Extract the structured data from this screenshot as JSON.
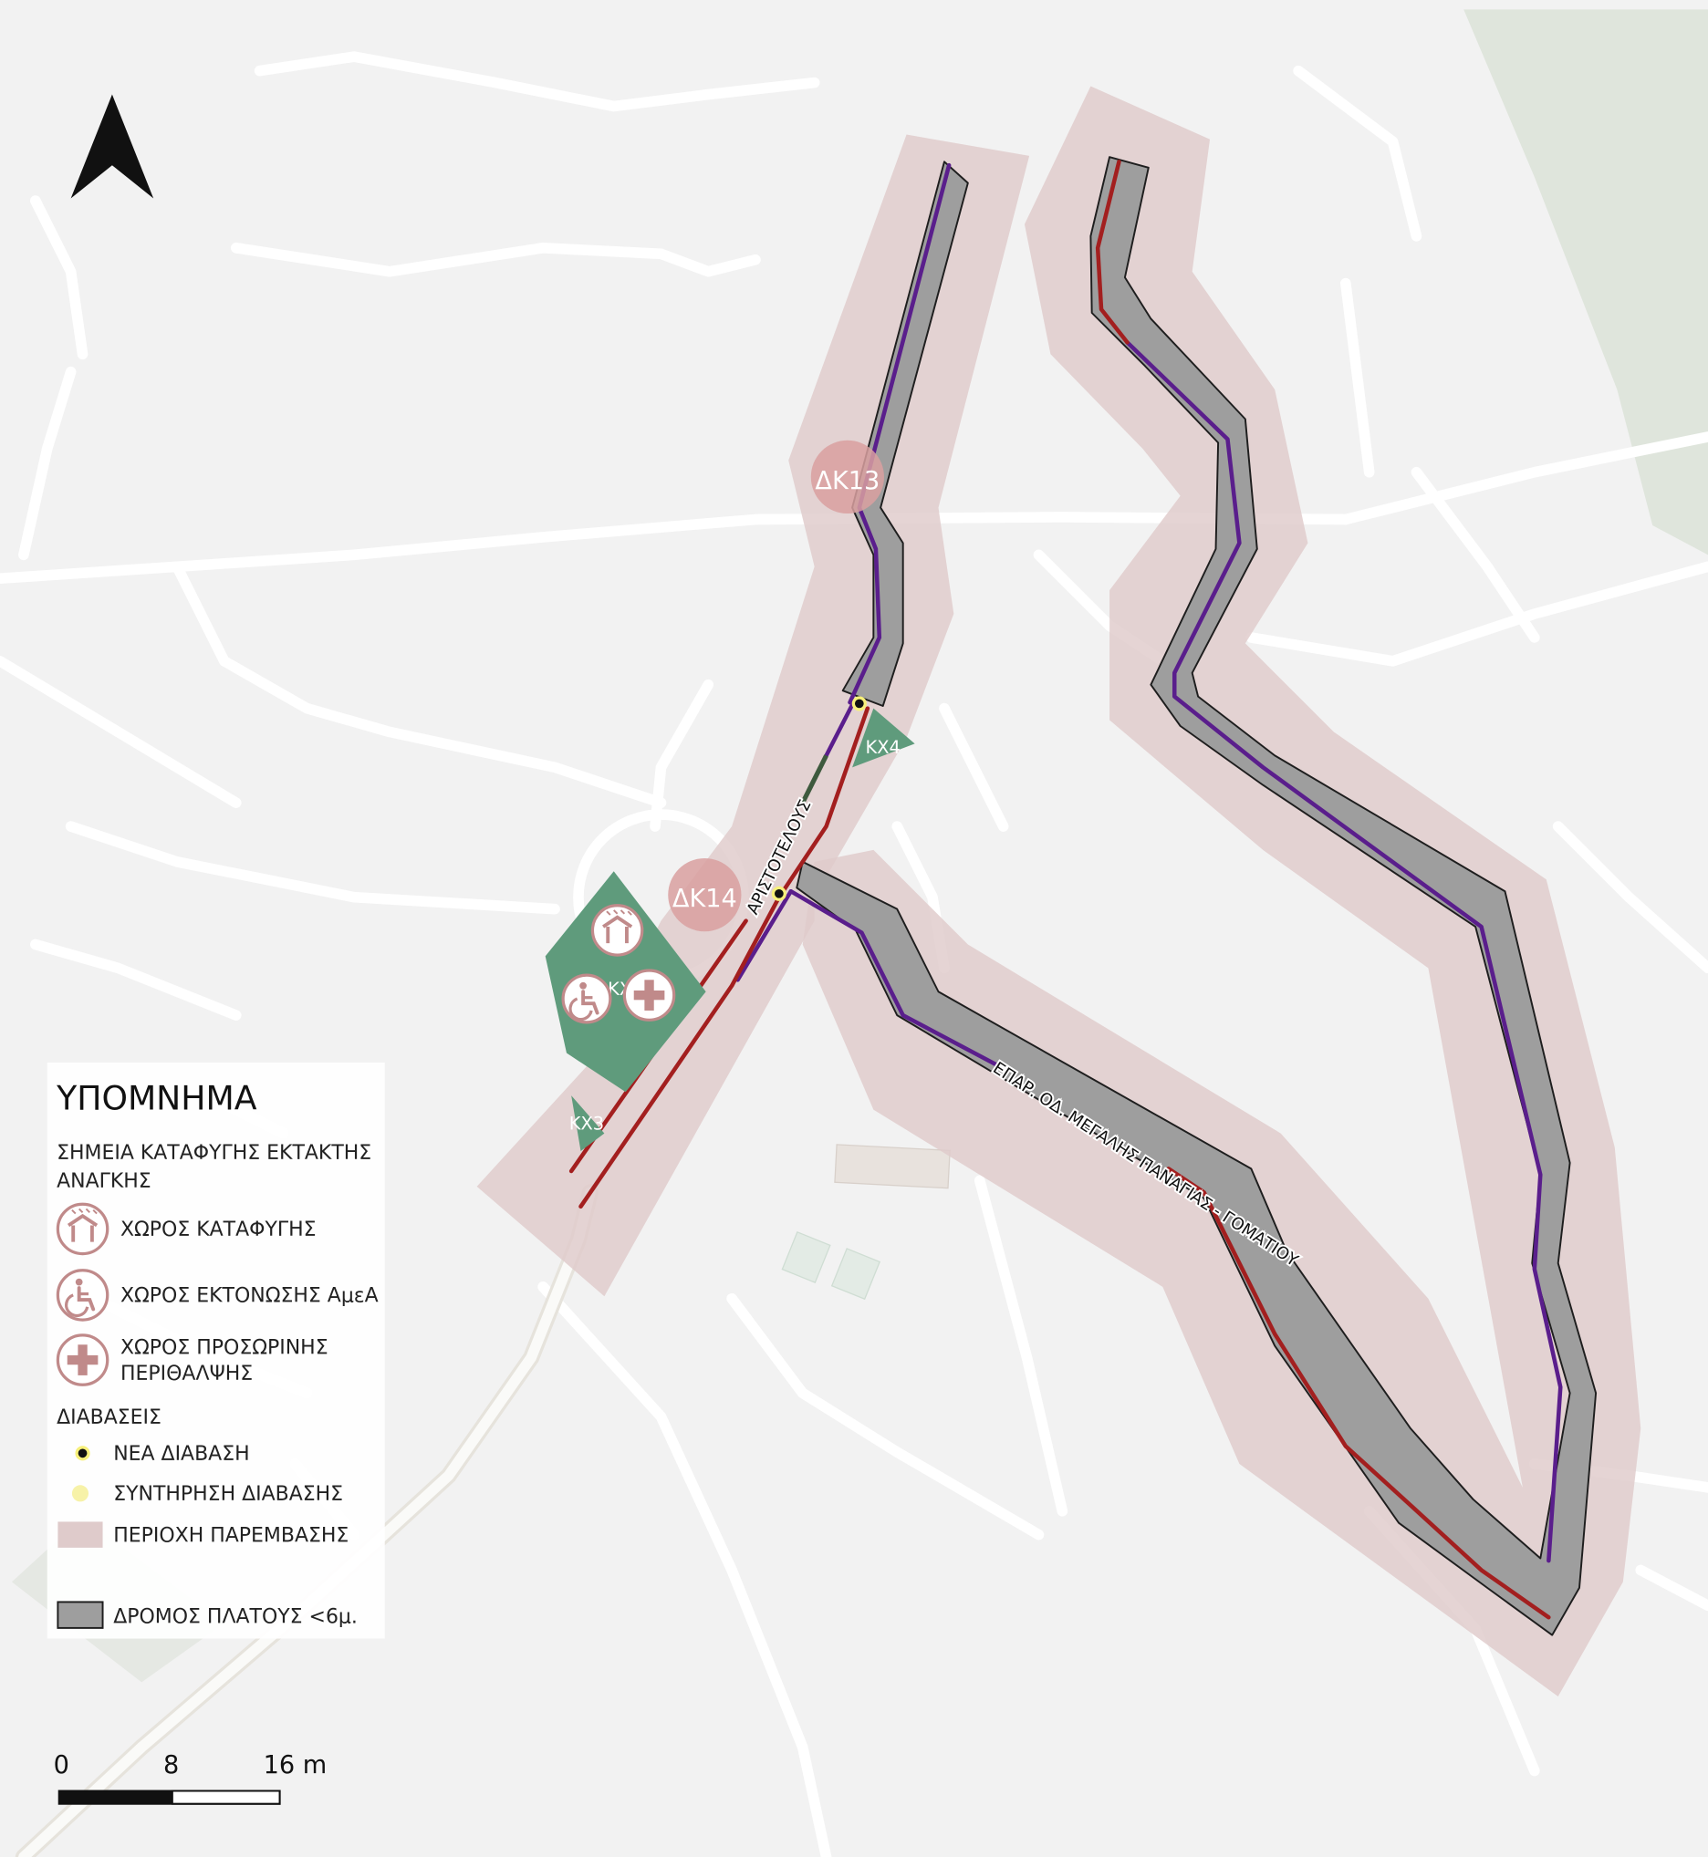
{
  "map": {
    "north_arrow_icon": "north-arrow-icon",
    "labels": {
      "dk13": "ΔΚ13",
      "dk14": "ΔΚ14",
      "kx4": "ΚΧ4",
      "kx3": "ΚΧ3",
      "kx_center": "ΚΧ",
      "street_aristotelous": "ΑΡΙΣΤΟΤΕΛΟΥΣ",
      "street_epar": "ΕΠΑΡ. ΟΔ. ΜΕΓΑΛΗΣ ΠΑΝΑΓΙΑΣ - ΓΟΜΑΤΙΟΥ"
    },
    "colors": {
      "background": "#f2f2f2",
      "minor_road": "#ffffff",
      "buffer": "#dfcbcb",
      "road_fill": "#9e9e9e",
      "road_outline": "#1e1e1e",
      "line_red": "#a31f1f",
      "line_purple": "#5a1e8c",
      "refuge_green": "#5f9b7c",
      "emergency_circle": "#d9a0a0",
      "icon_pink": "#c08a8a",
      "forest": "#dfe5dc"
    }
  },
  "legend": {
    "title": "ΥΠΟΜΝΗΜΑ",
    "section_refuge": "ΣΗΜΕΙΑ ΚΑΤΑΦΥΓΗΣ ΕΚΤΑΚΤΗΣ ΑΝΑΓΚΗΣ",
    "section_refuge_line1": "ΣΗΜΕΙΑ ΚΑΤΑΦΥΓΗΣ ΕΚΤΑΚΤΗΣ",
    "section_refuge_line2": "ΑΝΑΓΚΗΣ",
    "item_refuge": "ΧΩΡΟΣ ΚΑΤΑΦΥΓΗΣ",
    "item_disabled": "ΧΩΡΟΣ ΕΚΤΟΝΩΣΗΣ ΑμεΑ",
    "item_care_line1": "ΧΩΡΟΣ ΠΡΟΣΩΡΙΝΗΣ",
    "item_care_line2": "ΠΕΡΙΘΑΛΨΗΣ",
    "section_crossings": "ΔΙΑΒΑΣΕΙΣ",
    "item_new_crossing": "ΝΕΑ ΔΙΑΒΑΣΗ",
    "item_maintenance": "ΣΥΝΤΗΡΗΣΗ ΔΙΑΒΑΣΗΣ",
    "item_area": "ΠΕΡΙΟΧΗ ΠΑΡΕΜΒΑΣΗΣ",
    "item_road": "ΔΡΟΜΟΣ ΠΛΑΤΟΥΣ <6μ."
  },
  "scale_bar": {
    "label_0": "0",
    "label_8": "8",
    "label_16": "16 m"
  }
}
